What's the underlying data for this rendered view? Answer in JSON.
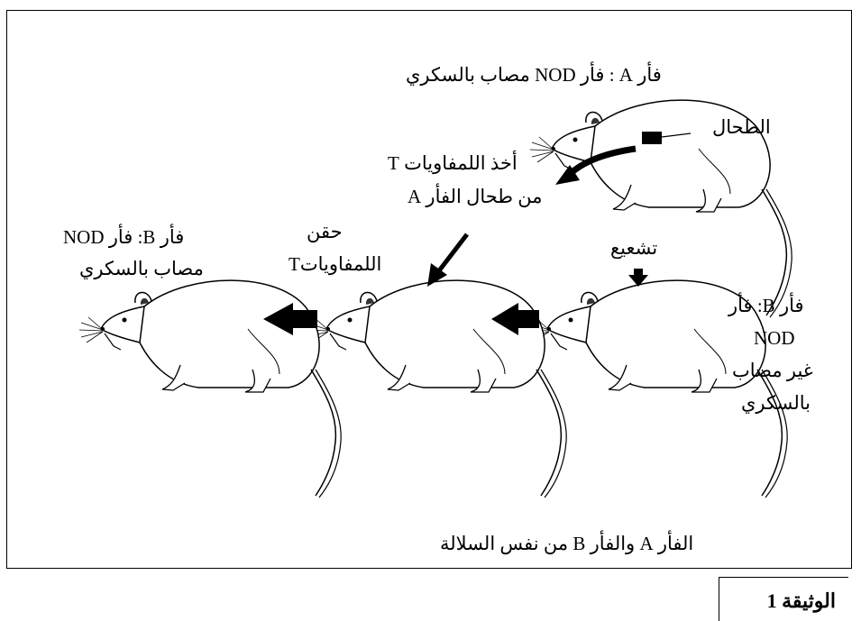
{
  "labels": {
    "mouse_a_title": "فأر A : فأر NOD مصاب بالسكري",
    "pancreas": "الطحال",
    "take_t_line1": "أخذ اللمفاويات T",
    "take_t_line2": "من طحال الفأر A",
    "irradiation": "تشعيع",
    "inject_line1": "حقن",
    "inject_line2": "اللمفاوياتT",
    "mouse_b_result_line1": "فأر B: فأر NOD",
    "mouse_b_result_line2": "مصاب بالسكري",
    "mouse_b_initial_line1": "فأر B: فأر",
    "mouse_b_initial_line2": "NOD",
    "mouse_b_initial_line3": "غير مصاب",
    "mouse_b_initial_line4": "بالسكري",
    "same_strain": "الفأر A والفأر B من نفس السلالة"
  },
  "document_label": "الوثيقة 1"
}
